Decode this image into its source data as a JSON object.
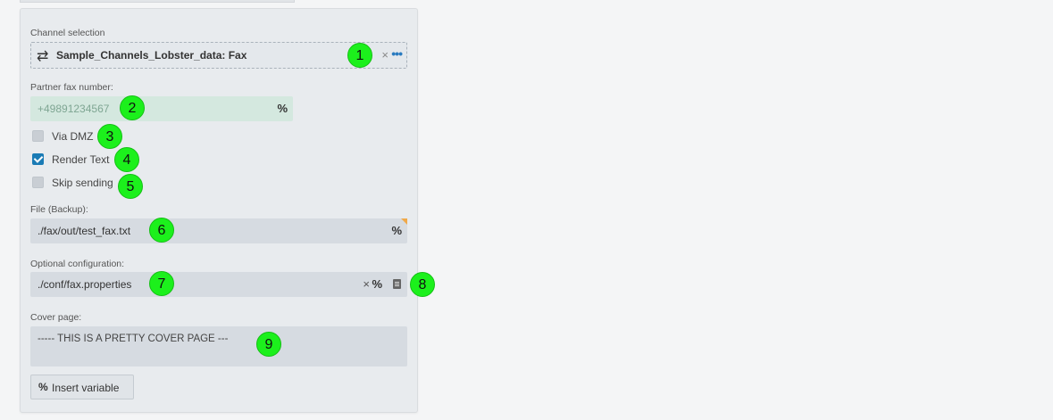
{
  "channel": {
    "label": "Channel selection",
    "value": "Sample_Channels_Lobster_data:  Fax",
    "icon": "swap-arrows-icon",
    "clear_glyph": "×",
    "more_glyph": "•••"
  },
  "fax": {
    "label": "Partner fax number:",
    "placeholder": "+49891234567",
    "var_glyph": "%"
  },
  "options": [
    {
      "label": "Via DMZ",
      "checked": false
    },
    {
      "label": "Render Text",
      "checked": true
    },
    {
      "label": "Skip sending",
      "checked": false
    }
  ],
  "file": {
    "label": "File (Backup):",
    "value": "./fax/out/test_fax.txt",
    "var_glyph": "%"
  },
  "config": {
    "label": "Optional configuration:",
    "value": "./conf/fax.properties",
    "clear_glyph": "×",
    "var_glyph": "%",
    "icon": "document-icon"
  },
  "cover": {
    "label": "Cover page:",
    "value": "----- THIS IS A PRETTY COVER PAGE ---"
  },
  "insert_button": {
    "label": "Insert variable",
    "icon_glyph": "%"
  },
  "markers": [
    "1",
    "2",
    "3",
    "4",
    "5",
    "6",
    "7",
    "8",
    "9"
  ],
  "colors": {
    "marker": "#1cf01c",
    "checkbox_on": "#1a7bb5",
    "fax_field": "#d4e8df",
    "accent_corner": "#f0a94a"
  }
}
